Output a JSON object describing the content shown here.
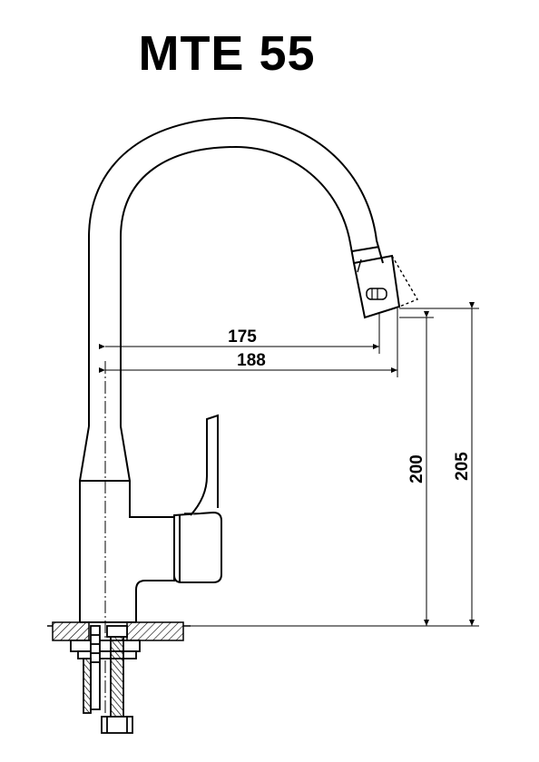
{
  "title": "MTE 55",
  "dimensions": {
    "reach_spout": "175",
    "reach_total": "188",
    "height_outlet": "200",
    "height_total": "205"
  },
  "colors": {
    "ink": "#000000",
    "background": "#ffffff"
  }
}
